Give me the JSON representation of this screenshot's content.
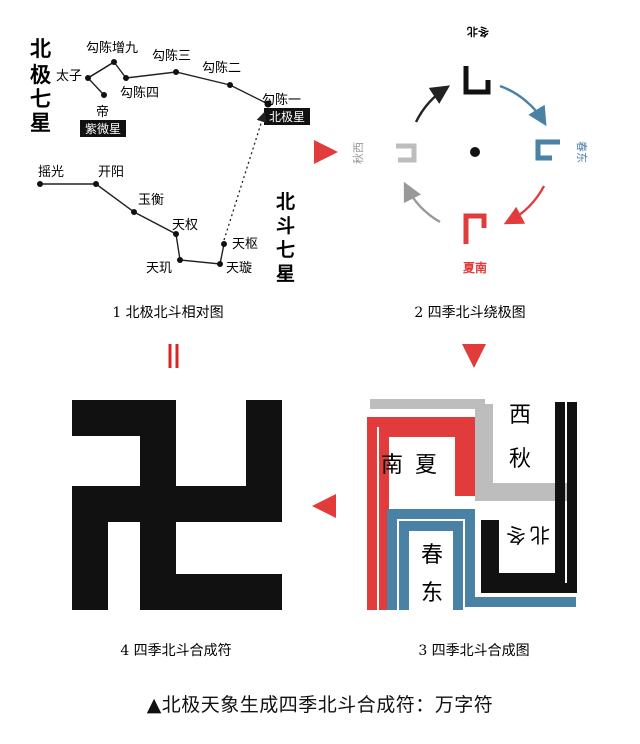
{
  "panel1": {
    "title": "北极七星",
    "stars": {
      "taizi": "太子",
      "di": "帝",
      "goucheng_zengjiu": "勾陈增九",
      "goucheng_si": "勾陈四",
      "goucheng_san": "勾陈三",
      "goucheng_er": "勾陈二",
      "goucheng_yi": "勾陈一",
      "ziweixing": "紫微星",
      "beijixing": "北极星",
      "yaoguang": "摇光",
      "kaiyang": "开阳",
      "yuheng": "玉衡",
      "tianquan": "天权",
      "tianji": "天玑",
      "tianxuan": "天璇",
      "tianshu": "天枢"
    },
    "dipper_title": "北斗七星",
    "caption": "1 北极北斗相对图"
  },
  "panel2": {
    "north_label": "冬北",
    "east_label": "春东",
    "south_label": "夏南",
    "west_label": "秋西",
    "caption": "2 四季北斗绕极图"
  },
  "panel3": {
    "west": "西",
    "autumn": "秋",
    "south": "南",
    "summer": "夏",
    "spring": "春",
    "east": "东",
    "north_rot": "北",
    "winter_rot": "冬",
    "caption": "3 四季北斗合成图"
  },
  "panel4": {
    "caption": "4 四季北斗合成符"
  },
  "footer": {
    "caption": "▲北极天象生成四季北斗合成符：万字符"
  },
  "colors": {
    "black": "#111111",
    "grey": "#bdbdbd",
    "red": "#e23b3b",
    "blue": "#4a82a6",
    "arrow_red": "#d92424"
  }
}
